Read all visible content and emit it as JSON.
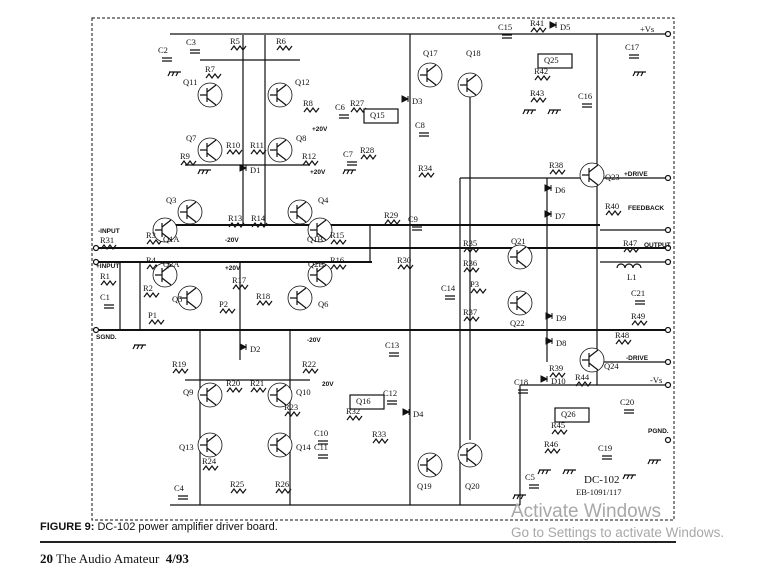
{
  "figure": {
    "caption_prefix": "FIGURE 9:",
    "caption_text": " DC-102 power amplifier driver board.",
    "page_number": "20",
    "publication": "The Audio Amateur",
    "issue": "4/93"
  },
  "board": {
    "name": "DC-102",
    "part_number": "EB-1091/117"
  },
  "terminals": {
    "vs_pos": "+Vs",
    "drive_pos": "+DRIVE",
    "feedback": "FEEDBACK",
    "output": "OUTPUT",
    "drive_neg": "-DRIVE",
    "vs_neg": "-Vs",
    "pgnd": "PGND.",
    "input_neg": "-INPUT",
    "input_pos": "+INPUT",
    "sgnd": "SGND."
  },
  "supplies": {
    "p20a": "+20V",
    "m20a": "-20V",
    "p20b": "+20V",
    "m20b": "-20V",
    "p20c": "+20V",
    "v20": "20V"
  },
  "labels": {
    "C2": "C2",
    "C3": "C3",
    "R5": "R5",
    "R6": "R6",
    "R7": "R7",
    "Q11": "Q11",
    "Q12": "Q12",
    "R8": "R8",
    "C6": "C6",
    "R27": "R27",
    "Q15": "Q15",
    "C8": "C8",
    "D3": "D3",
    "C7": "C7",
    "R28": "R28",
    "Q7": "Q7",
    "Q8": "Q8",
    "R9": "R9",
    "R10": "R10",
    "R11": "R11",
    "R12": "R12",
    "D1": "D1",
    "Q3": "Q3",
    "Q4": "Q4",
    "R13": "R13",
    "R14": "R14",
    "R3": "R3",
    "Q1A": "Q1A",
    "Q1B": "Q1B",
    "R15": "R15",
    "R31": "R31",
    "R1": "R1",
    "R4": "R4",
    "Q2A": "Q2A",
    "Q2B": "Q2B",
    "R16": "R16",
    "R17": "R17",
    "R18": "R18",
    "P2": "P2",
    "Q5": "Q5",
    "Q6": "Q6",
    "C1": "C1",
    "R2": "R2",
    "P1": "P1",
    "R29": "R29",
    "C9": "C9",
    "R30": "R30",
    "C15": "C15",
    "R41": "R41",
    "D5": "D5",
    "C17": "C17",
    "Q25": "Q25",
    "R42": "R42",
    "R43": "R43",
    "C16": "C16",
    "Q17": "Q17",
    "Q18": "Q18",
    "R34": "R34",
    "R38": "R38",
    "Q23": "Q23",
    "D6": "D6",
    "D7": "D7",
    "R40": "R40",
    "R35": "R35",
    "R36": "R36",
    "Q21": "Q21",
    "P3": "P3",
    "C14": "C14",
    "R37": "R37",
    "Q22": "Q22",
    "D9": "D9",
    "D8": "D8",
    "R47": "R47",
    "L1": "L1",
    "C21": "C21",
    "R49": "R49",
    "R48": "R48",
    "R39": "R39",
    "Q24": "Q24",
    "C13": "C13",
    "D2": "D2",
    "R19": "R19",
    "R22": "R22",
    "Q9": "Q9",
    "Q10": "Q10",
    "R20": "R20",
    "R21": "R21",
    "Q16": "Q16",
    "C12": "C12",
    "R23": "R23",
    "R32": "R32",
    "D4": "D4",
    "C10": "C10",
    "C11": "C11",
    "R33": "R33",
    "Q13": "Q13",
    "Q14": "Q14",
    "R24": "R24",
    "C4": "C4",
    "R25": "R25",
    "R26": "R26",
    "Q19": "Q19",
    "Q20": "Q20",
    "C5": "C5",
    "C18": "C18",
    "D10": "D10",
    "R44": "R44",
    "C20": "C20",
    "Q26": "Q26",
    "R45": "R45",
    "R46": "R46",
    "C19": "C19"
  },
  "watermark": {
    "line1": "Activate Windows",
    "line2": "Go to Settings to activate Windows."
  }
}
